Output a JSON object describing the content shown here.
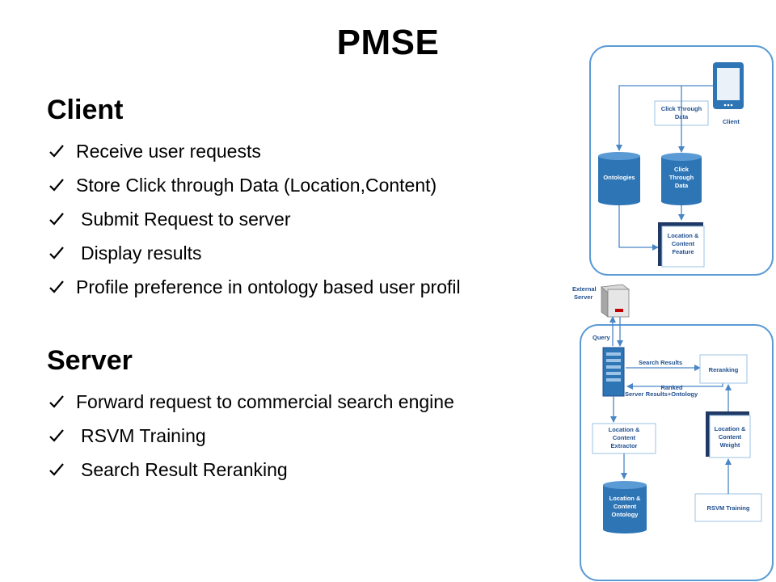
{
  "title": "PMSE",
  "client": {
    "heading": "Client",
    "bullets": [
      "Receive user requests",
      "Store Click through Data (Location,Content)",
      "Submit Request to server",
      "Display results",
      "Profile preference in ontology based user profil"
    ]
  },
  "server": {
    "heading": "Server",
    "bullets": [
      "Forward request to commercial search engine",
      "RSVM Training",
      "Search Result Reranking"
    ]
  },
  "diagram": {
    "client_box": {
      "click_through_data": [
        "Click Through",
        "Data"
      ],
      "client_label": "Client",
      "ontologies": "Ontologies",
      "click_through_db": [
        "Click",
        "Through",
        "Data"
      ],
      "location_content_feature": [
        "Location &",
        "Content",
        "Feature"
      ]
    },
    "external_server": [
      "External",
      "Server"
    ],
    "server_box": {
      "query": "Query",
      "search_results": "Search Results",
      "reranking": "Reranking",
      "ranked_results": [
        "Ranked",
        "Results+Ontology"
      ],
      "server_label": "Server",
      "extractor": [
        "Location &",
        "Content",
        "Extractor"
      ],
      "weight": [
        "Location &",
        "Content",
        "Weight"
      ],
      "ontology_db": [
        "Location &",
        "Content",
        "Ontology"
      ],
      "rsvm_training": "RSVM Training"
    },
    "colors": {
      "frame": "#5b9bd5",
      "node_fill": "#2e75b6",
      "label": "#1f4f8f",
      "arrow": "#4a86c5"
    }
  }
}
